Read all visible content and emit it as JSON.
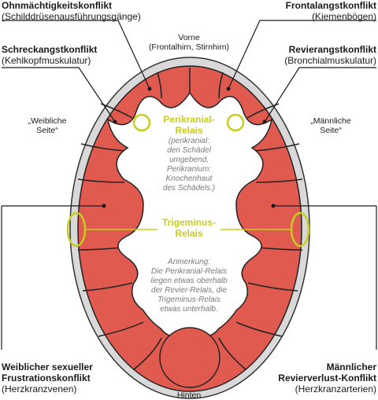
{
  "labels": {
    "top_left": {
      "title": "Ohnmächtigkeitskonflikt",
      "sub": "(Schilddrüsenausführungsgänge)"
    },
    "top_right": {
      "title": "Frontalangstkonflikt",
      "sub": "(Kiemenbögen)"
    },
    "mid_left": {
      "title": "Schreckangstkonflikt",
      "sub": "(Kehlkopfmuskulatur)"
    },
    "mid_right": {
      "title": "Revierangstkonflikt",
      "sub": "(Bronchialmuskulatur)"
    },
    "bottom_left": {
      "title1": "Weiblicher sexueller",
      "title2": "Frustrationskonflikt",
      "sub": "(Herzkranzvenen)"
    },
    "bottom_right": {
      "title1": "Männlicher",
      "title2": "Revierverlust-Konflikt",
      "sub": "(Herzkranzarterien)"
    }
  },
  "orientation": {
    "front_1": "Vorne",
    "front_2": "(Frontalhirn, Stirnhirn)",
    "back": "Hinten",
    "female_1": "„Weibliche",
    "female_2": "Seite“",
    "male_1": "„Männliche",
    "male_2": "Seite“"
  },
  "relays": {
    "pericranial_1": "Perikranial-",
    "pericranial_2": "Relais",
    "pericranial_note": [
      "(perikranial:",
      "den Schädel",
      "umgebend,",
      "Perikranium:",
      "Knochenhaut",
      "des Schädels.)"
    ],
    "trigeminus_1": "Trigeminus-",
    "trigeminus_2": "Relais",
    "remark": [
      "Anmerkung:",
      "Die Perikranial-Relais",
      "liegen etwas oberhalb",
      "der Revier-Relais, die",
      "Trigeminus-Relais",
      "etwas unterhalb."
    ]
  },
  "colors": {
    "lobe_fill": "#e05a4f",
    "ring": "#d9d9d9",
    "outline": "#1a1a1a",
    "relay": "#c9cc1f"
  }
}
